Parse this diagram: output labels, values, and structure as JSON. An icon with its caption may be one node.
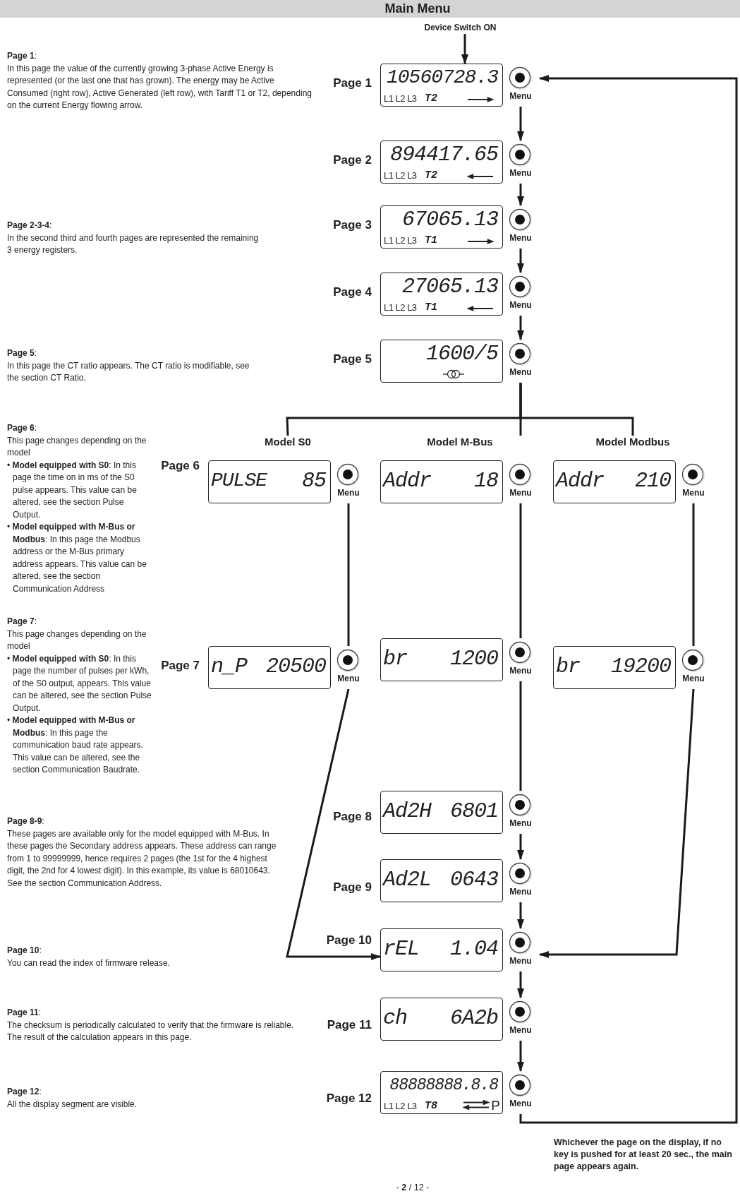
{
  "diagram": {
    "title": "Main Menu",
    "nodes": [
      {
        "text": [
          "Device Switch ON"
        ]
      },
      {
        "text": [
          "10560728.3",
          "L1 L2 L3",
          "T2",
          "Menu"
        ],
        "beside": [
          "Page 1"
        ]
      },
      {
        "text": [
          "894417.65",
          "L1 L2 L3",
          "T2",
          "Menu"
        ],
        "beside": [
          "Page 2"
        ]
      },
      {
        "text": [
          "67065.13",
          "L1 L2 L3",
          "T1",
          "Menu"
        ],
        "beside": [
          "Page 3"
        ]
      },
      {
        "text": [
          "27065.13",
          "L1 L2 L3",
          "T1",
          "Menu"
        ],
        "beside": [
          "Page 4"
        ]
      },
      {
        "text": [
          "1600/5",
          "Menu"
        ],
        "beside": [
          "Page 5"
        ]
      },
      {
        "text": [
          "Model S0",
          "PULSE",
          "85",
          "Menu"
        ],
        "beside": [
          "Page 6"
        ]
      },
      {
        "text": [
          "Model M-Bus",
          "Addr",
          "18",
          "Menu"
        ]
      },
      {
        "text": [
          "Model Modbus",
          "Addr",
          "210",
          "Menu"
        ]
      },
      {
        "text": [
          "n_P",
          "20500",
          "Menu"
        ],
        "beside": [
          "Page 7"
        ]
      },
      {
        "text": [
          "br",
          "1200",
          "Menu"
        ]
      },
      {
        "text": [
          "br",
          "19200",
          "Menu"
        ]
      },
      {
        "text": [
          "Ad2H",
          "6801",
          "Menu"
        ],
        "beside": [
          "Page 8"
        ]
      },
      {
        "text": [
          "Ad2L",
          "0643",
          "Menu"
        ],
        "beside": [
          "Page 9"
        ]
      },
      {
        "text": [
          "rEL",
          "1.04",
          "Menu"
        ],
        "beside": [
          "Page 10"
        ]
      },
      {
        "text": [
          "ch",
          "6A2b",
          "Menu"
        ],
        "beside": [
          "Page 11"
        ]
      },
      {
        "text": [
          "88888888.8.8",
          "L1 L2 L3",
          "T8",
          "P",
          "Menu"
        ],
        "beside": [
          "Page 12"
        ]
      }
    ],
    "edges": [
      {
        "from": 0,
        "to": 1,
        "arrow": "to"
      },
      {
        "from": 1,
        "to": 2,
        "arrow": "to"
      },
      {
        "from": 2,
        "to": 3,
        "arrow": "to"
      },
      {
        "from": 3,
        "to": 4,
        "arrow": "to"
      },
      {
        "from": 4,
        "to": 5,
        "arrow": "to"
      },
      {
        "from": 5,
        "to": 6,
        "arrow": "none"
      },
      {
        "from": 5,
        "to": 7,
        "arrow": "none"
      },
      {
        "from": 5,
        "to": 8,
        "arrow": "none"
      },
      {
        "from": 6,
        "to": 9,
        "arrow": "none"
      },
      {
        "from": 7,
        "to": 10,
        "arrow": "none"
      },
      {
        "from": 8,
        "to": 11,
        "arrow": "none"
      },
      {
        "from": 9,
        "to": 14,
        "arrow": "to"
      },
      {
        "from": 10,
        "to": 12,
        "arrow": "none"
      },
      {
        "from": 11,
        "to": 14,
        "arrow": "to"
      },
      {
        "from": 12,
        "to": 13,
        "arrow": "to"
      },
      {
        "from": 13,
        "to": 14,
        "arrow": "to"
      },
      {
        "from": 14,
        "to": 15,
        "arrow": "to"
      },
      {
        "from": 15,
        "to": 16,
        "arrow": "to"
      },
      {
        "from": 16,
        "to": 1,
        "arrow": "to"
      }
    ],
    "labels": [
      "**Page 1**:",
      "In this page the value of the currently growing 3-phase Active Energy is represented (or the last one that has grown). The energy may be Active Consumed (right row), Active Generated (left row), with Tariff T1 or T2, depending on the current Energy flowing arrow.",
      "**Page 2-3-4**:",
      "In the second third and fourth pages are represented the remaining 3 energy registers.",
      "**Page 5**:",
      "In this page the CT ratio appears. The CT ratio is modifiable, see the section CT Ratio.",
      "**Page 6**:",
      "This page changes depending on the model",
      "• **Model equipped with S0**: In this page the time on in ms of the S0 pulse appears. This value can be altered, see the section Pulse Output.",
      "• **Model equipped with M-Bus or Modbus**: In this page the Modbus address or the M-Bus primary address appears. This value can be altered, see the section Communication Address",
      "**Page 7**:",
      "This page changes depending on the model",
      "• **Model equipped with S0**: In this page the number of pulses per kWh, of the S0 output, appears. This value can be altered, see the section Pulse Output.",
      "• **Model equipped with M-Bus or Modbus**: In this page the communication baud rate appears. This value can be altered, see the section Communication Baudrate.",
      "**Page 8-9**:",
      "These pages are available only for the model equipped with M-Bus. In these pages the Secondary address appears. These address can range from 1 to 99999999, hence requires 2 pages (the 1st for the 4 highest digit, the 2nd for 4 lowest digit). In this example, its value is 68010643. See the section Communication Address.",
      "**Page 10**:",
      "You can read the index of firmware release.",
      "**Page 11**:",
      "The checksum is periodically calculated to verify that the firmware is reliable. The result of the calculation appears in this page.",
      "**Page 12**:",
      "All the display segment are visible.",
      "Whichever the page on the display, if no key is pushed for at least 20 sec., the main page appears again.",
      "- **2** / 12 -"
    ]
  }
}
